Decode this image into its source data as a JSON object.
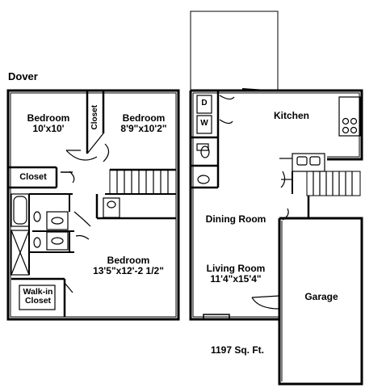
{
  "plan_name": "Dover",
  "total_area": "1197 Sq. Ft.",
  "upper_floor": {
    "rooms": [
      {
        "name": "Bedroom",
        "size": "10'x10'"
      },
      {
        "name": "Bedroom",
        "size": "8'9\"x10'2\""
      },
      {
        "name": "Bedroom",
        "size": "13'5\"x12'-2 1/2\""
      },
      {
        "name": "Walk-in Closet"
      }
    ],
    "closets": [
      "Closet",
      "Closet"
    ]
  },
  "main_floor": {
    "rooms": [
      {
        "name": "Kitchen"
      },
      {
        "name": "Dining Room"
      },
      {
        "name": "Living Room",
        "size": "11'4\"x15'4\""
      },
      {
        "name": "Garage"
      }
    ],
    "appliances": [
      "D",
      "W"
    ]
  },
  "colors": {
    "lines": "#000000",
    "fill": "#ffffff"
  }
}
